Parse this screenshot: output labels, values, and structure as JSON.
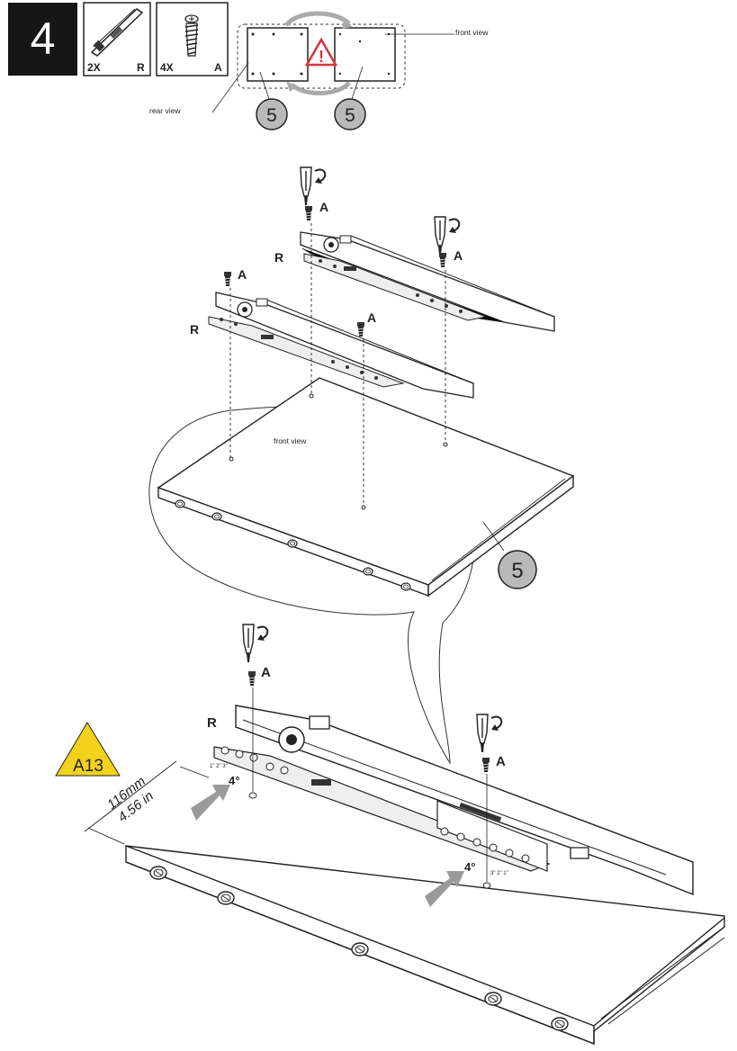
{
  "step": {
    "number": "4"
  },
  "parts": [
    {
      "quantity": "2X",
      "code": "R",
      "icon": "drawer-slide-icon"
    },
    {
      "quantity": "4X",
      "code": "A",
      "icon": "screw-icon"
    }
  ],
  "views": {
    "front_view": "front view",
    "rear_view": "rear view",
    "front_view_detail": "front view"
  },
  "panel": {
    "number": "5"
  },
  "labels": {
    "slide": "R",
    "screw": "A",
    "angle": "4°",
    "ruler_left": "1\" 2\" 3\"",
    "ruler_right": "3\" 2\" 1\""
  },
  "dimension": {
    "metric": "116mm",
    "imperial": "4.56 in"
  },
  "warning": {
    "code": "A13",
    "color": "#f2d21b"
  },
  "colors": {
    "badge": "#b9b9b9",
    "arrow": "#9a9a9a",
    "alert": "#d8323c"
  }
}
